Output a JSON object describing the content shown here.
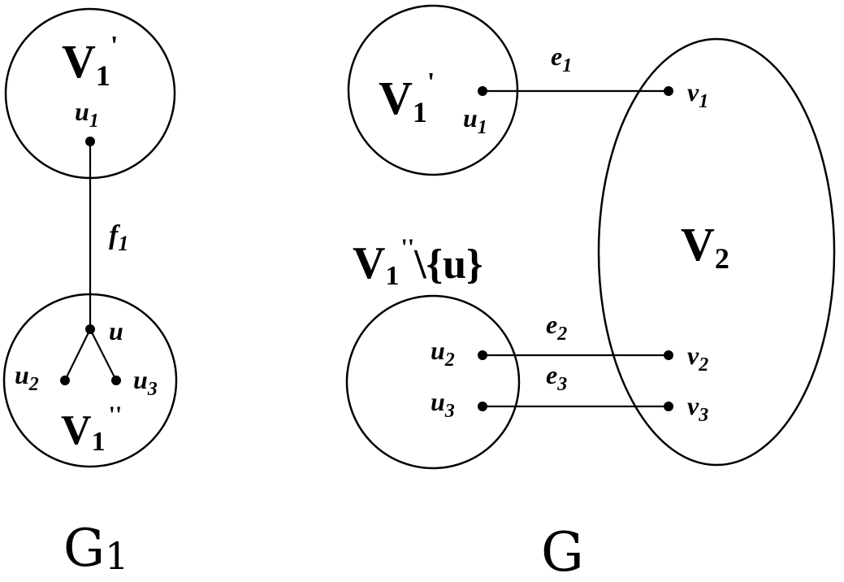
{
  "g1": {
    "caption_main": "G",
    "caption_sub": "1",
    "top_set": {
      "main": "V",
      "sub": "1",
      "mark": "'"
    },
    "bottom_set": {
      "main": "V",
      "sub": "1",
      "mark": "''"
    },
    "vertex_u1": {
      "main": "u",
      "sub": "1"
    },
    "vertex_u": {
      "main": "u"
    },
    "vertex_u2": {
      "main": "u",
      "sub": "2"
    },
    "vertex_u3": {
      "main": "u",
      "sub": "3"
    },
    "edge_f1": {
      "main": "f",
      "sub": "1"
    }
  },
  "g": {
    "caption": "G",
    "top_set": {
      "main": "V",
      "sub": "1",
      "mark": "'"
    },
    "bottom_set": {
      "main": "V",
      "sub": "1",
      "mark": "''",
      "rest": "\\{u}"
    },
    "right_set": {
      "main": "V",
      "sub": "2"
    },
    "vertex_u1": {
      "main": "u",
      "sub": "1"
    },
    "vertex_u2": {
      "main": "u",
      "sub": "2"
    },
    "vertex_u3": {
      "main": "u",
      "sub": "3"
    },
    "vertex_v1": {
      "main": "v",
      "sub": "1"
    },
    "vertex_v2": {
      "main": "v",
      "sub": "2"
    },
    "vertex_v3": {
      "main": "v",
      "sub": "3"
    },
    "edge_e1": {
      "main": "e",
      "sub": "1"
    },
    "edge_e2": {
      "main": "e",
      "sub": "2"
    },
    "edge_e3": {
      "main": "e",
      "sub": "3"
    }
  }
}
